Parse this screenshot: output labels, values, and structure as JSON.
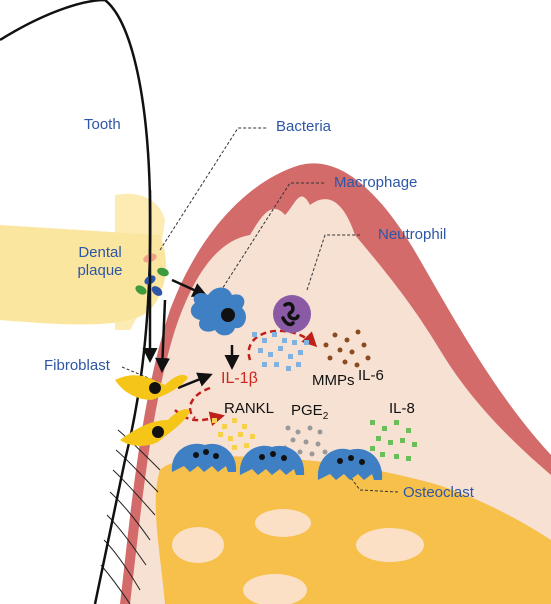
{
  "labels": {
    "tooth": "Tooth",
    "bacteria": "Bacteria",
    "macrophage": "Macrophage",
    "neutrophil": "Neutrophil",
    "dental_plaque_line1": "Dental",
    "dental_plaque_line2": "plaque",
    "fibroblast": "Fibroblast",
    "il1b": "IL-1β",
    "mmps": "MMPs",
    "il6": "IL-6",
    "rankl": "RANKL",
    "pge2": "PGE",
    "pge2_sub": "2",
    "il8": "IL-8",
    "osteoclast": "Osteoclast"
  },
  "colors": {
    "label_blue": "#2e56a6",
    "cytokine_red": "#d0261e",
    "gingiva_outer": "#d36b6b",
    "gingiva_inner": "#f7e1d3",
    "bone": "#f7c04a",
    "plaque": "#fbe6a0",
    "macrophage": "#3f7fc4",
    "neutrophil": "#8a5aa5",
    "fibroblast": "#f5c518",
    "osteoclast": "#3f7fc4",
    "mmp_dots": "#7fb2e0",
    "il6_dots": "#8b4a1f",
    "rankl_dots": "#f6d24a",
    "pge2_dots": "#999999",
    "il8_dots": "#6bbf59"
  }
}
